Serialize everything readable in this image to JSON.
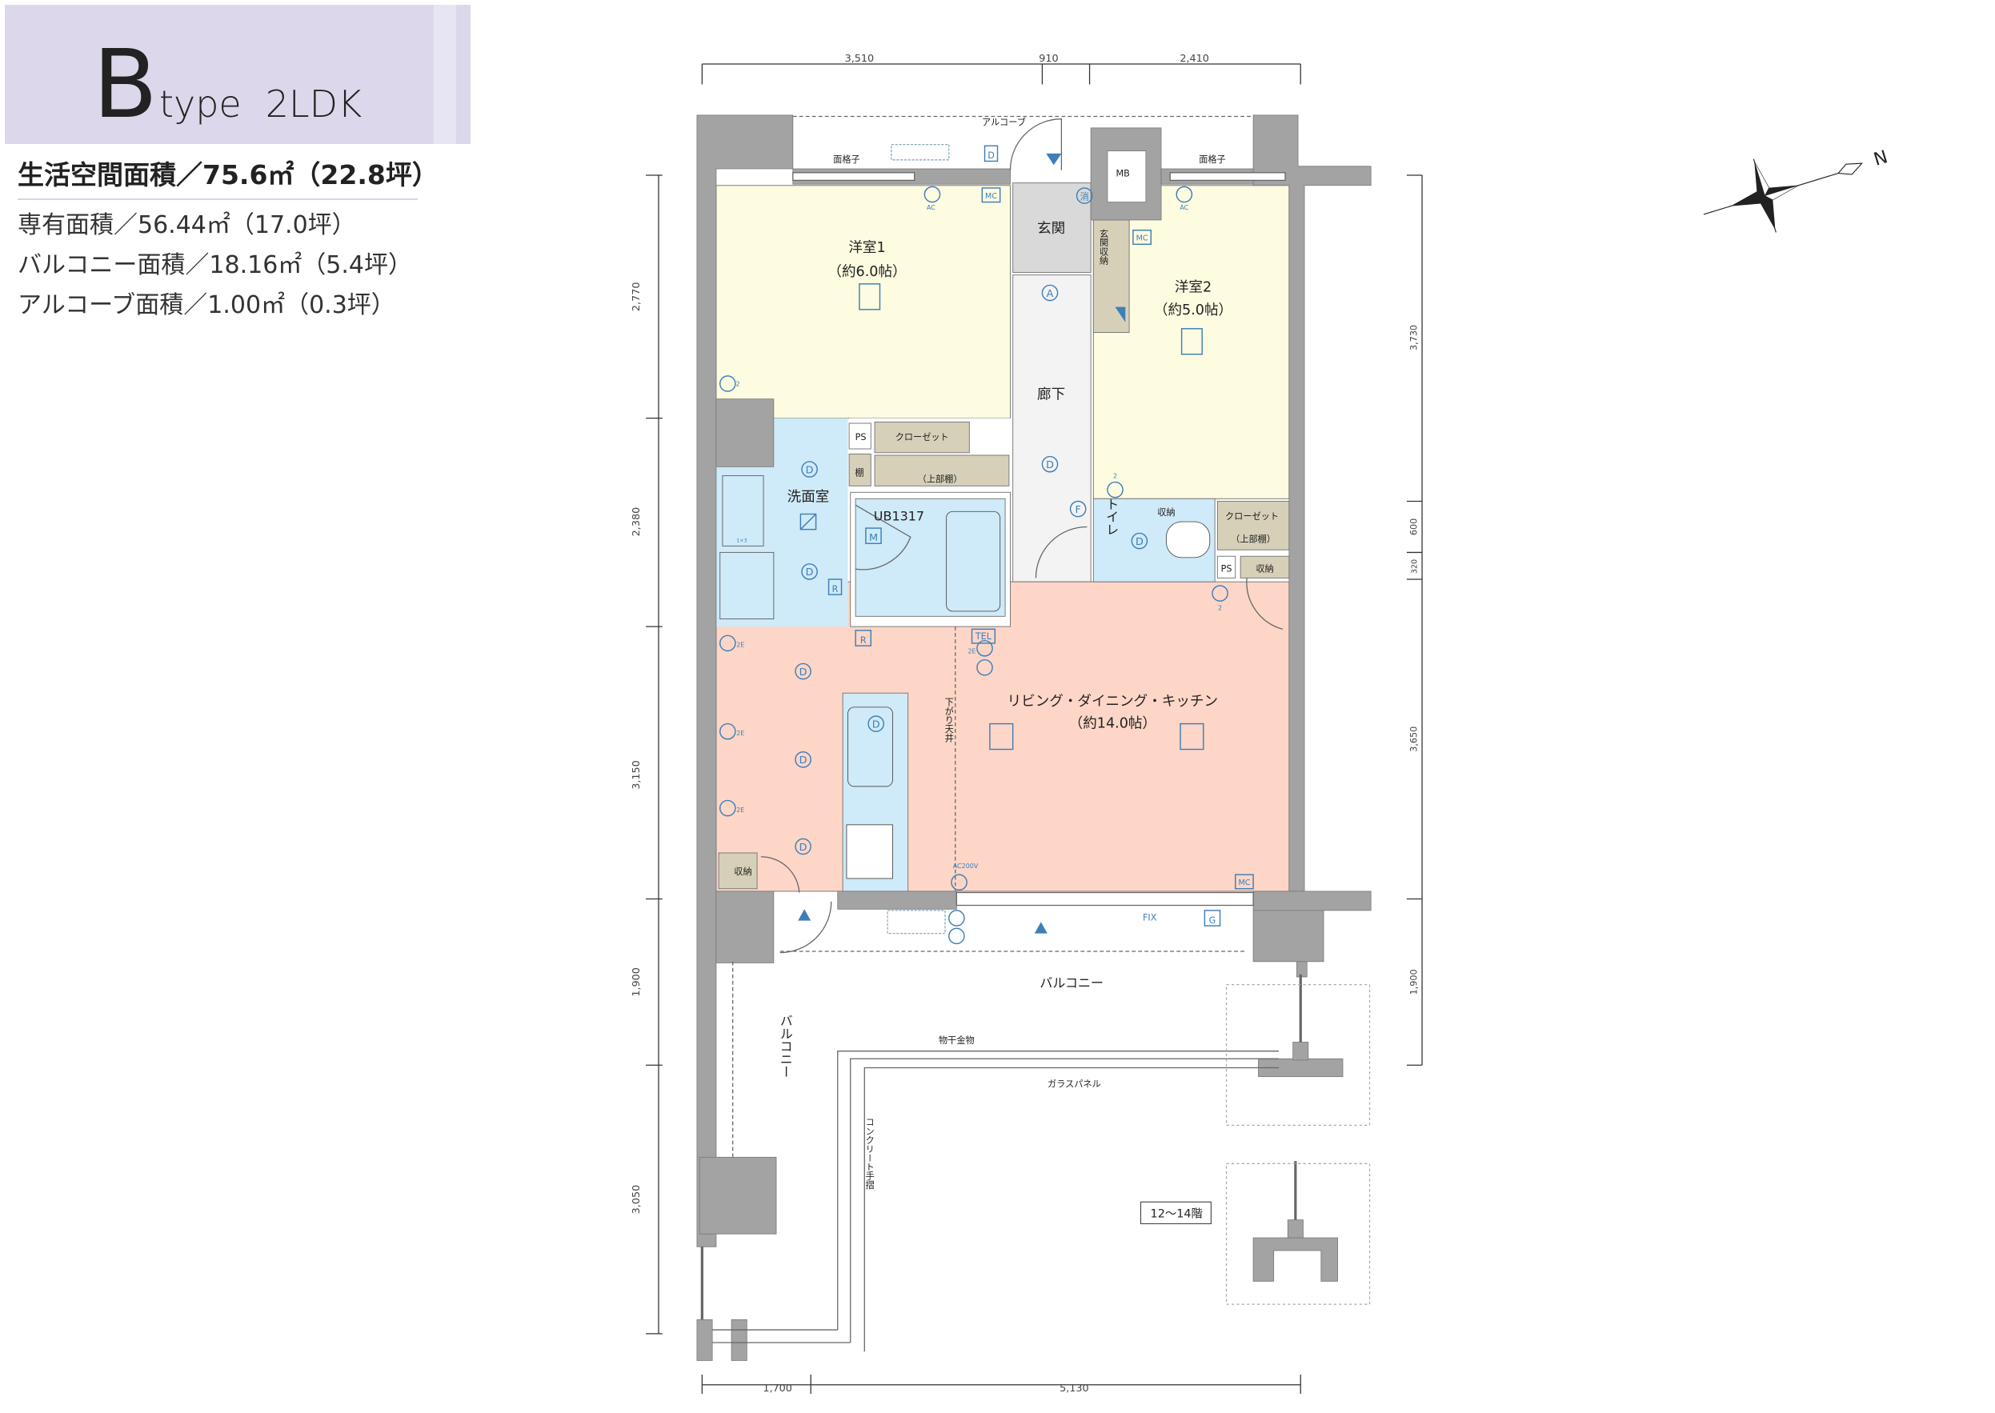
{
  "header": {
    "type_letter": "B",
    "type_word": "type",
    "layout": "2LDK"
  },
  "areas": {
    "living_space": "生活空間面積／75.6㎡（22.8坪）",
    "exclusive": "専有面積／56.44㎡（17.0坪）",
    "balcony": "バルコニー面積／18.16㎡（5.4坪）",
    "alcove": "アルコーブ面積／1.00㎡（0.3坪）"
  },
  "rooms": {
    "western1": "洋室1",
    "western1_size": "（約6.0帖）",
    "western2": "洋室2",
    "western2_size": "（約5.0帖）",
    "entrance": "玄関",
    "entrance_storage": "玄関収納",
    "hallway": "廊下",
    "washroom": "洗面室",
    "unit_bath": "UB1317",
    "toilet": "トイレ",
    "ldk": "リビング・ダイニング・キッチン",
    "ldk_size": "（約14.0帖）",
    "closet": "クローゼット",
    "upper_shelf": "（上部棚）",
    "shelf": "棚",
    "storage": "収納",
    "balcony": "バルコニー",
    "balcony_side": "バルコニー"
  },
  "labels": {
    "alcove": "アルコーブ",
    "grille": "面格子",
    "mb": "MB",
    "ps": "PS",
    "lowered_ceiling": "下がり天井",
    "drying_hardware": "物干金物",
    "glass_panel": "ガラスパネル",
    "concrete_railing": "コンクリート手摺",
    "fix": "FIX",
    "floors_note": "12〜14階",
    "ac": "AC",
    "ac200": "AC200V",
    "mc": "MC",
    "tel": "TEL",
    "fire": "消",
    "outlet_2": "2",
    "outlet_2e": "2E",
    "outlet_1x3": "1×3",
    "north": "N"
  },
  "symbols": {
    "D": "D",
    "A": "A",
    "F": "F",
    "R": "R",
    "M": "M",
    "G": "G"
  },
  "dimensions": {
    "top": [
      "3,510",
      "910",
      "2,410"
    ],
    "bottom": [
      "1,700",
      "5,130"
    ],
    "left": [
      "2,770",
      "2,380",
      "3,150",
      "1,900",
      "3,050"
    ],
    "right": [
      "3,730",
      "600",
      "320",
      "3,650",
      "1,900"
    ]
  },
  "colors": {
    "western": "#fdfbe0",
    "wet": "#cfeaf8",
    "ldk": "#fdd6c7",
    "storage": "#d6d0b9",
    "entrance": "#d9d9d9",
    "hall": "#f3f3f3",
    "wall": "#a3a3a3",
    "symbol": "#3d7fb8"
  }
}
